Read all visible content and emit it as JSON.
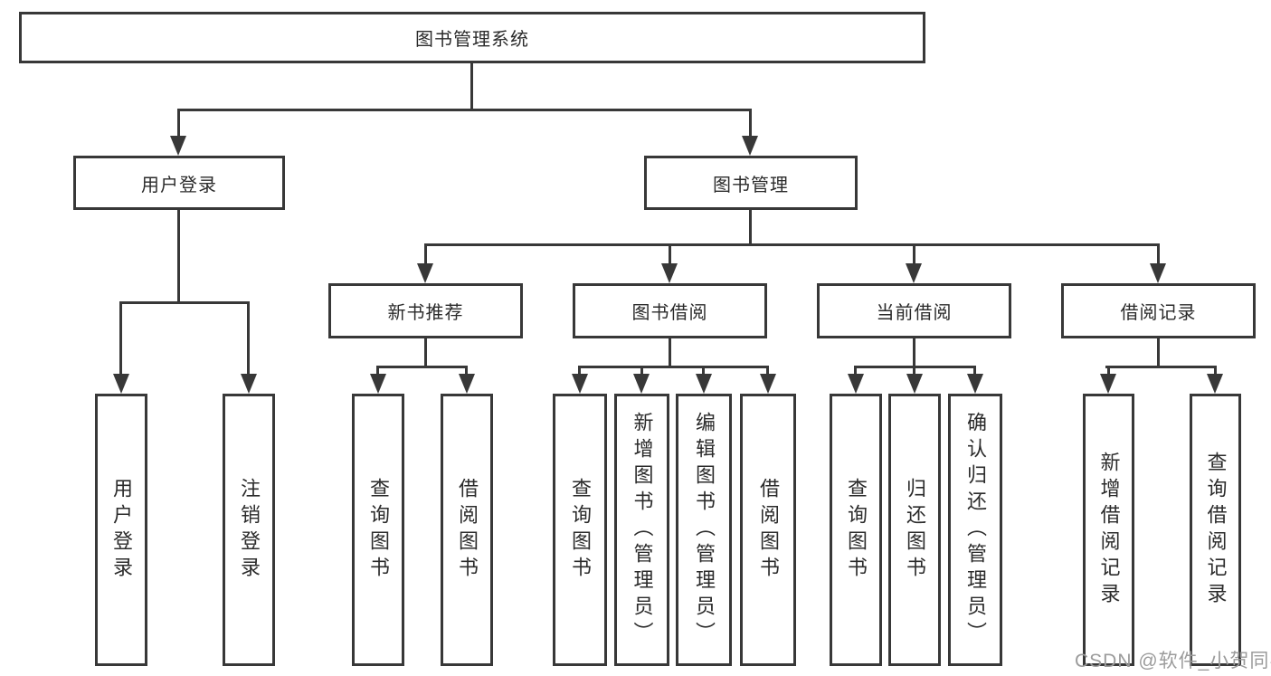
{
  "tree": {
    "root": "图书管理系统",
    "branches": [
      {
        "label": "用户登录",
        "children": [
          "用户登录",
          "注销登录"
        ]
      },
      {
        "label": "图书管理",
        "subbranches": [
          {
            "label": "新书推荐",
            "children": [
              "查询图书",
              "借阅图书"
            ]
          },
          {
            "label": "图书借阅",
            "children": [
              "查询图书",
              "新增图书（管理员）",
              "编辑图书（管理员）",
              "借阅图书"
            ]
          },
          {
            "label": "当前借阅",
            "children": [
              "查询图书",
              "归还图书",
              "确认归还（管理员）"
            ]
          },
          {
            "label": "借阅记录",
            "children": [
              "新增借阅记录",
              "查询借阅记录"
            ]
          }
        ]
      }
    ]
  },
  "watermark": "CSDN @软件_小贺同学",
  "colors": {
    "line": "#383838",
    "text": "#2b2b2b",
    "box_fill": "#ffffff",
    "watermark": "#9b9b9b"
  }
}
